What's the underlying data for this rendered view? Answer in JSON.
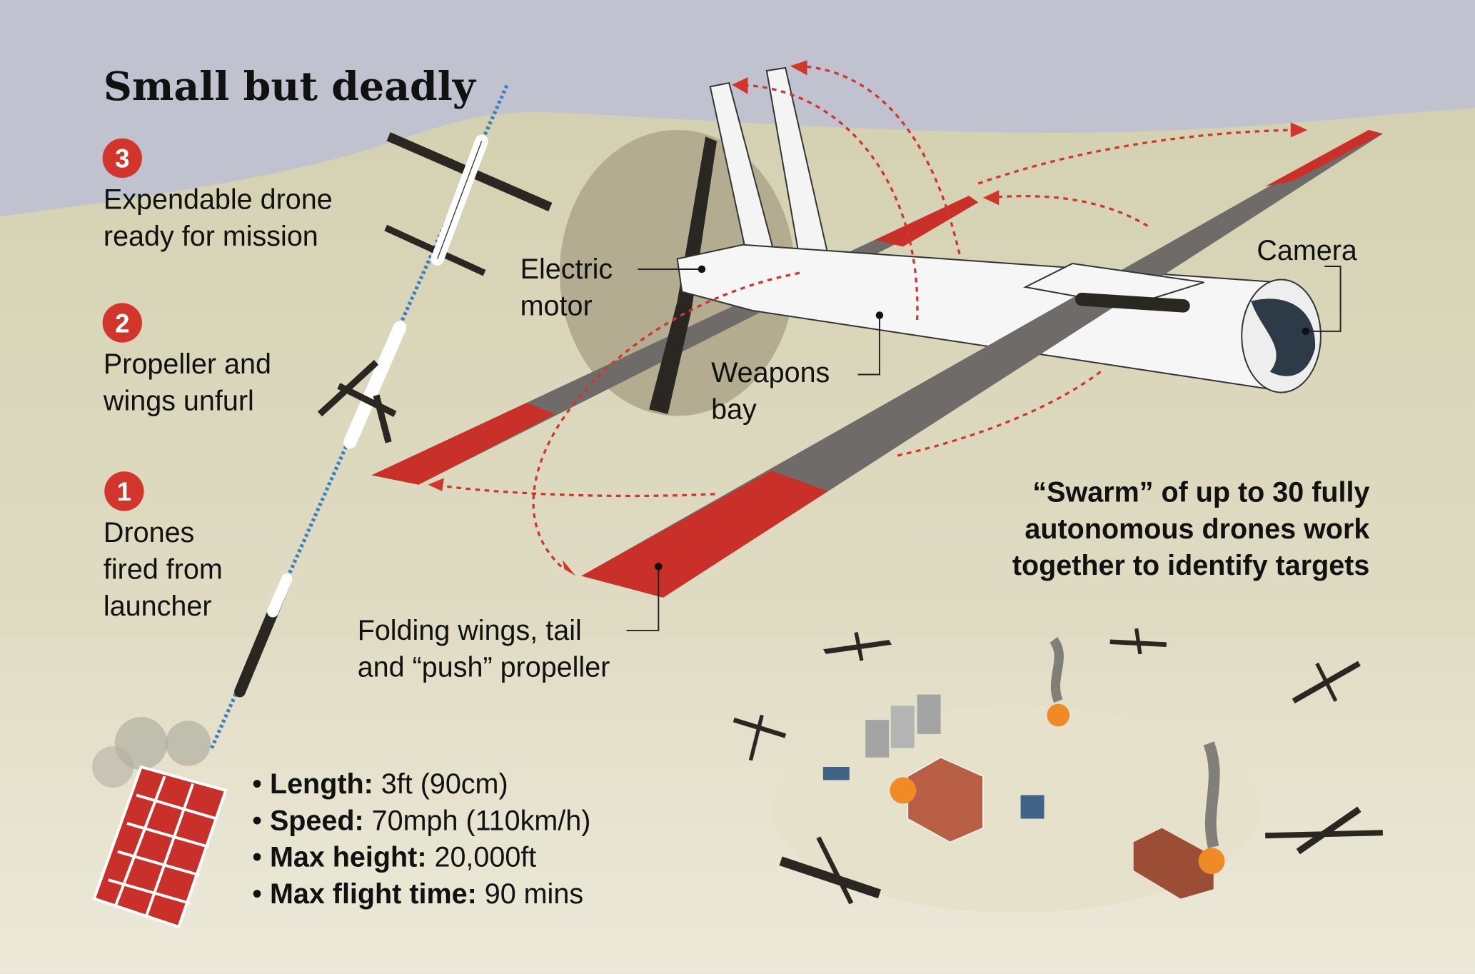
{
  "title": "Small but deadly",
  "steps": [
    {
      "number": "3",
      "lines": [
        "Expendable drone",
        "ready for mission"
      ]
    },
    {
      "number": "2",
      "lines": [
        "Propeller and",
        "wings unfurl"
      ]
    },
    {
      "number": "1",
      "lines": [
        "Drones",
        "fired from",
        "launcher"
      ]
    }
  ],
  "callouts": {
    "motor": [
      "Electric",
      "motor"
    ],
    "weapons": [
      "Weapons",
      "bay"
    ],
    "camera": "Camera",
    "wings": [
      "Folding wings, tail",
      "and “push” propeller"
    ]
  },
  "swarm": [
    "“Swarm” of up to 30 fully",
    "autonomous drones work",
    "together to identify targets"
  ],
  "specs": [
    {
      "label": "Length:",
      "value": " 3ft (90cm)"
    },
    {
      "label": "Speed:",
      "value": " 70mph (110km/h)"
    },
    {
      "label": "Max height:",
      "value": " 20,000ft"
    },
    {
      "label": "Max flight time:",
      "value": " 90 mins"
    }
  ],
  "colors": {
    "accent": "#d2352b",
    "sky": "#c0c3cf",
    "ground": "#d8d5b8",
    "trail": "#3a7fc0"
  }
}
